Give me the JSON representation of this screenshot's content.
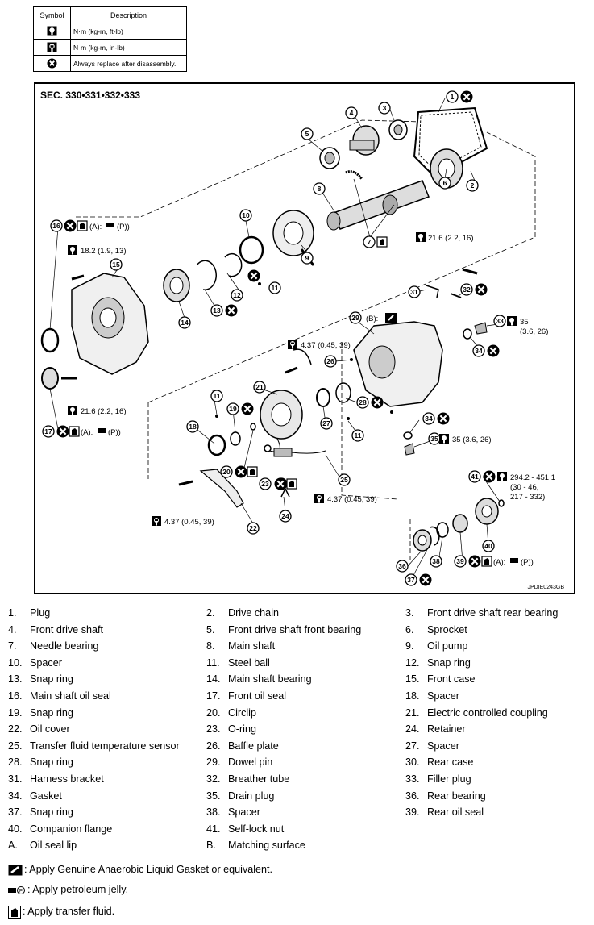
{
  "symbol_table": {
    "header_symbol": "Symbol",
    "header_description": "Description",
    "rows": [
      {
        "icon": "torque-wrench-icon",
        "description": "N·m (kg-m, ft-lb)"
      },
      {
        "icon": "torque-wrench-small-icon",
        "description": "N·m (kg-m, in-lb)"
      },
      {
        "icon": "replace-x-icon",
        "description": "Always replace after disassembly."
      }
    ]
  },
  "diagram": {
    "section": "SEC. 330•331•332•333",
    "code": "JPDIE0243GB",
    "torques": {
      "t1": "18.2 (1.9, 13)",
      "t2": "21.6 (2.2, 16)",
      "t3": "21.6 (2.2, 16)",
      "t4": "4.37 (0.45, 39)",
      "t5_line1": "35",
      "t5_line2": "(3.6, 26)",
      "t6": "35 (3.6, 26)",
      "t7": "4.37 (0.45, 39)",
      "t8": "4.37 (0.45, 39)",
      "t9_line1": "294.2 - 451.1",
      "t9_line2": "(30 - 46,",
      "t9_line3": "217 - 332)"
    },
    "callouts": {
      "a_marker": "(A):",
      "a_marker_b": "(A):",
      "a_marker_c": "(A):",
      "p_marker": "(P))",
      "p_marker_b": "(P))",
      "p_marker_c": "(P))",
      "b_marker": "(B):",
      "paren_open": "("
    }
  },
  "legend": [
    {
      "num": "1.",
      "text": "Plug"
    },
    {
      "num": "2.",
      "text": "Drive chain"
    },
    {
      "num": "3.",
      "text": "Front drive shaft rear bearing"
    },
    {
      "num": "4.",
      "text": "Front drive shaft"
    },
    {
      "num": "5.",
      "text": "Front drive shaft front bearing"
    },
    {
      "num": "6.",
      "text": "Sprocket"
    },
    {
      "num": "7.",
      "text": "Needle bearing"
    },
    {
      "num": "8.",
      "text": "Main shaft"
    },
    {
      "num": "9.",
      "text": "Oil pump"
    },
    {
      "num": "10.",
      "text": "Spacer"
    },
    {
      "num": "11.",
      "text": "Steel ball"
    },
    {
      "num": "12.",
      "text": "Snap ring"
    },
    {
      "num": "13.",
      "text": "Snap ring"
    },
    {
      "num": "14.",
      "text": "Main shaft bearing"
    },
    {
      "num": "15.",
      "text": "Front case"
    },
    {
      "num": "16.",
      "text": "Main shaft oil seal"
    },
    {
      "num": "17.",
      "text": "Front oil seal"
    },
    {
      "num": "18.",
      "text": "Spacer"
    },
    {
      "num": "19.",
      "text": "Snap ring"
    },
    {
      "num": "20.",
      "text": "Circlip"
    },
    {
      "num": "21.",
      "text": "Electric controlled coupling"
    },
    {
      "num": "22.",
      "text": "Oil cover"
    },
    {
      "num": "23.",
      "text": "O-ring"
    },
    {
      "num": "24.",
      "text": "Retainer"
    },
    {
      "num": "25.",
      "text": "Transfer fluid temperature sensor"
    },
    {
      "num": "26.",
      "text": "Baffle plate"
    },
    {
      "num": "27.",
      "text": "Spacer"
    },
    {
      "num": "28.",
      "text": "Snap ring"
    },
    {
      "num": "29.",
      "text": "Dowel pin"
    },
    {
      "num": "30.",
      "text": "Rear case"
    },
    {
      "num": "31.",
      "text": "Harness bracket"
    },
    {
      "num": "32.",
      "text": "Breather tube"
    },
    {
      "num": "33.",
      "text": "Filler plug"
    },
    {
      "num": "34.",
      "text": "Gasket"
    },
    {
      "num": "35.",
      "text": "Drain plug"
    },
    {
      "num": "36.",
      "text": "Rear bearing"
    },
    {
      "num": "37.",
      "text": "Snap ring"
    },
    {
      "num": "38.",
      "text": "Spacer"
    },
    {
      "num": "39.",
      "text": "Rear oil seal"
    },
    {
      "num": "40.",
      "text": "Companion flange"
    },
    {
      "num": "41.",
      "text": "Self-lock nut"
    },
    {
      "num": "A.",
      "text": "Oil seal lip"
    },
    {
      "num": "B.",
      "text": "Matching surface"
    }
  ],
  "notes": {
    "gasket": ": Apply Genuine Anaerobic Liquid Gasket or equivalent.",
    "jelly": ": Apply petroleum jelly.",
    "fluid": ": Apply transfer fluid."
  }
}
